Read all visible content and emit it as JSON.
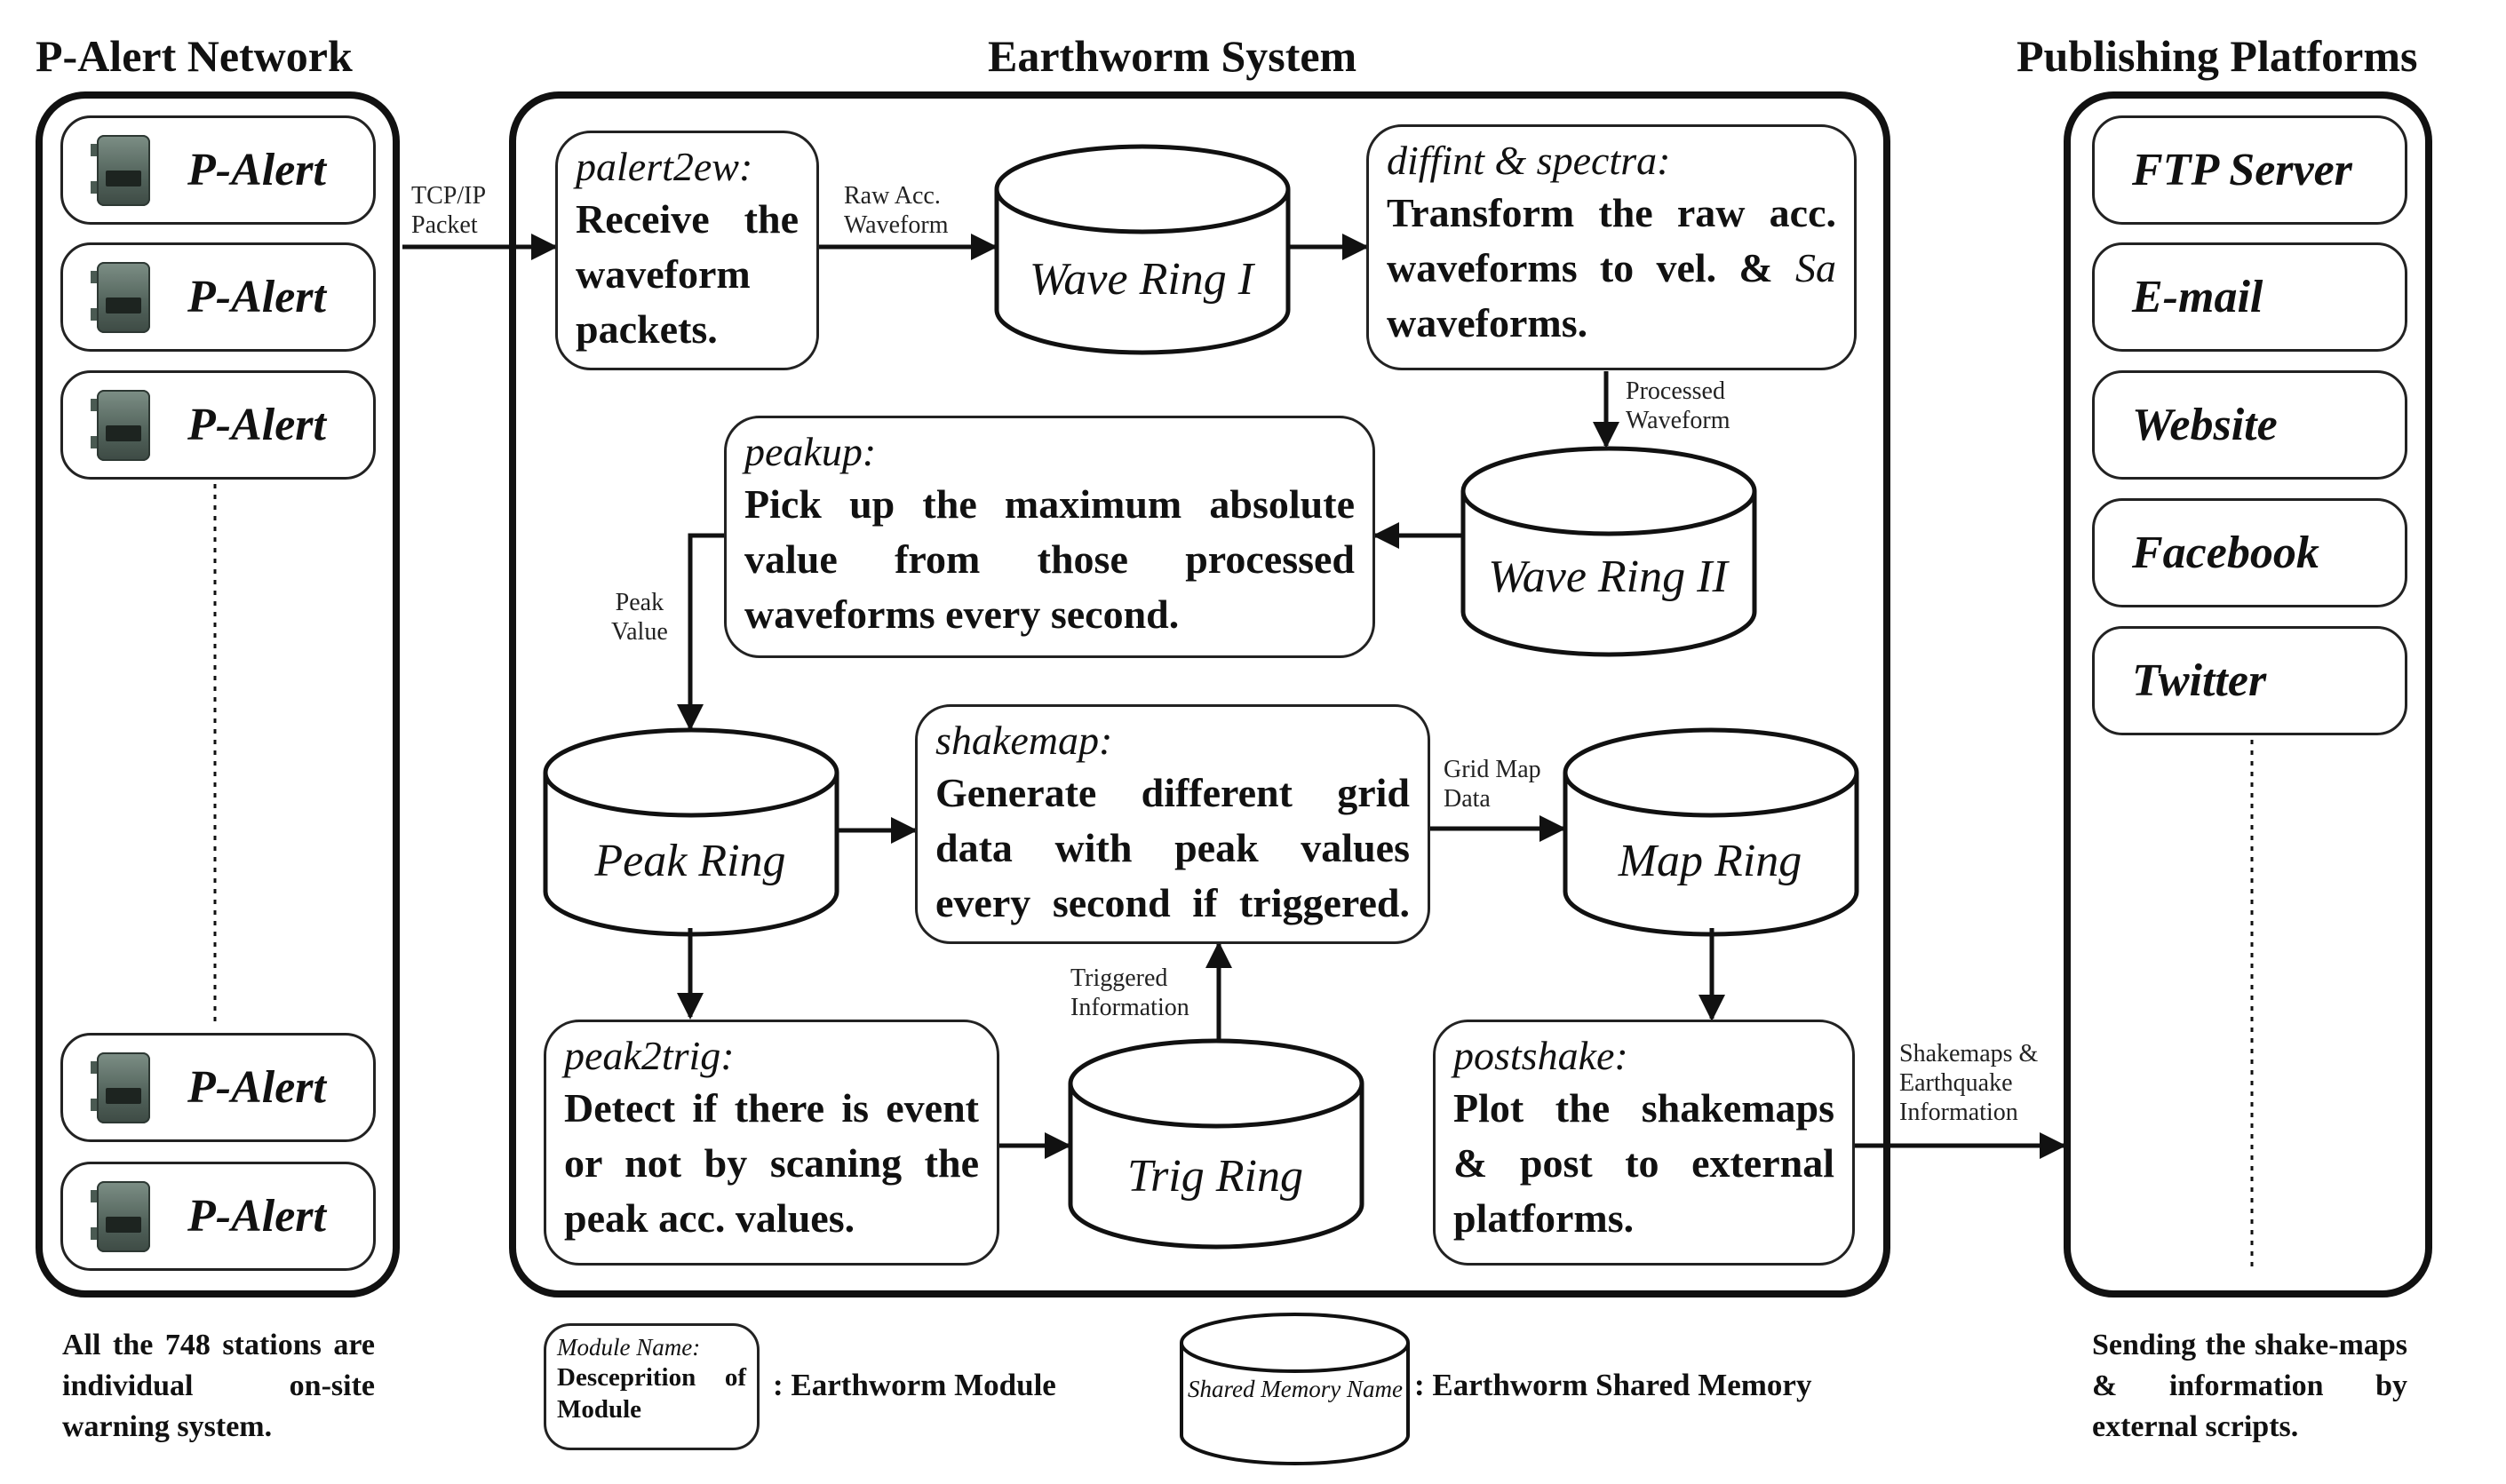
{
  "titles": {
    "left": "P-Alert Network",
    "center": "Earthworm System",
    "right": "Publishing Platforms"
  },
  "stations": [
    "P-Alert",
    "P-Alert",
    "P-Alert",
    "P-Alert",
    "P-Alert"
  ],
  "modules": {
    "palert2ew": {
      "name": "palert2ew:",
      "desc": "Receive the waveform packets."
    },
    "diffint": {
      "name": "diffint & spectra:",
      "desc_main": "Transform the raw acc. waveforms to vel. & ",
      "desc_italic": "Sa",
      "desc_tail": " waveforms."
    },
    "peakup": {
      "name": "peakup:",
      "desc": "Pick up the maximum absolute value from those processed waveforms every second."
    },
    "shakemap": {
      "name": "shakemap:",
      "desc": "Generate different grid data with peak values every second if triggered."
    },
    "peak2trig": {
      "name": "peak2trig:",
      "desc": "Detect if there is event or not by scaning the peak acc. values."
    },
    "postshake": {
      "name": "postshake:",
      "desc": "Plot the shakemaps & post to external platforms."
    }
  },
  "rings": {
    "wave1": "Wave Ring I",
    "wave2": "Wave Ring II",
    "peak": "Peak Ring",
    "map": "Map Ring",
    "trig": "Trig Ring"
  },
  "edge_labels": {
    "tcpip": [
      "TCP/IP",
      "Packet"
    ],
    "rawacc": [
      "Raw Acc.",
      "Waveform"
    ],
    "processed": [
      "Processed",
      "Waveform"
    ],
    "peakvalue": [
      "Peak",
      "Value"
    ],
    "gridmap": [
      "Grid Map",
      "Data"
    ],
    "triggered": [
      "Triggered",
      "Information"
    ],
    "shakemaps": [
      "Shakemaps &",
      "Earthquake",
      "Information"
    ]
  },
  "platforms": [
    "FTP Server",
    "E-mail",
    "Website",
    "Facebook",
    "Twitter"
  ],
  "notes": {
    "left": "All the 748 stations are individual on-site warning system.",
    "right": "Sending the shake-maps & information by external scripts."
  },
  "legend": {
    "module_name": "Module Name:",
    "module_desc": "Desceprition of Module",
    "module_label": ": Earthworm Module",
    "memory_name": "Shared Memory Name",
    "memory_label": ": Earthworm Shared Memory"
  },
  "colors": {
    "device_body": "#5f7169",
    "line": "#111111"
  }
}
